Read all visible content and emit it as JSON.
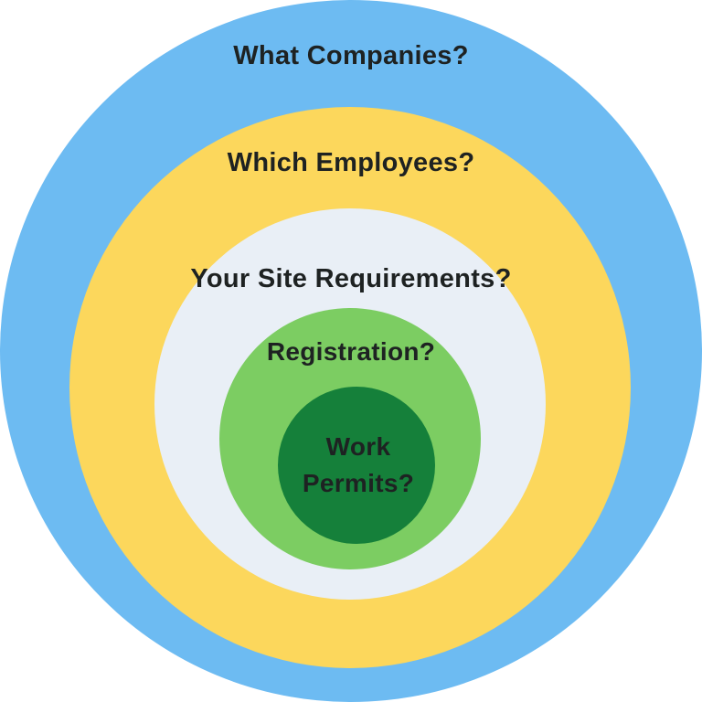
{
  "diagram": {
    "type": "concentric-circles",
    "background_color": "#FFFFFF",
    "text_color": "#1E2222",
    "rings": [
      {
        "label": "What Companies?",
        "color": "#6DBBF2"
      },
      {
        "label": "Which Employees?",
        "color": "#FCD75C"
      },
      {
        "label": "Your Site Requirements?",
        "color": "#E9EFF6"
      },
      {
        "label": "Registration?",
        "color": "#7CCD62"
      },
      {
        "label": "Work Permits?",
        "color": "#15803A",
        "lines": [
          "Work",
          "Permits?"
        ]
      }
    ]
  }
}
